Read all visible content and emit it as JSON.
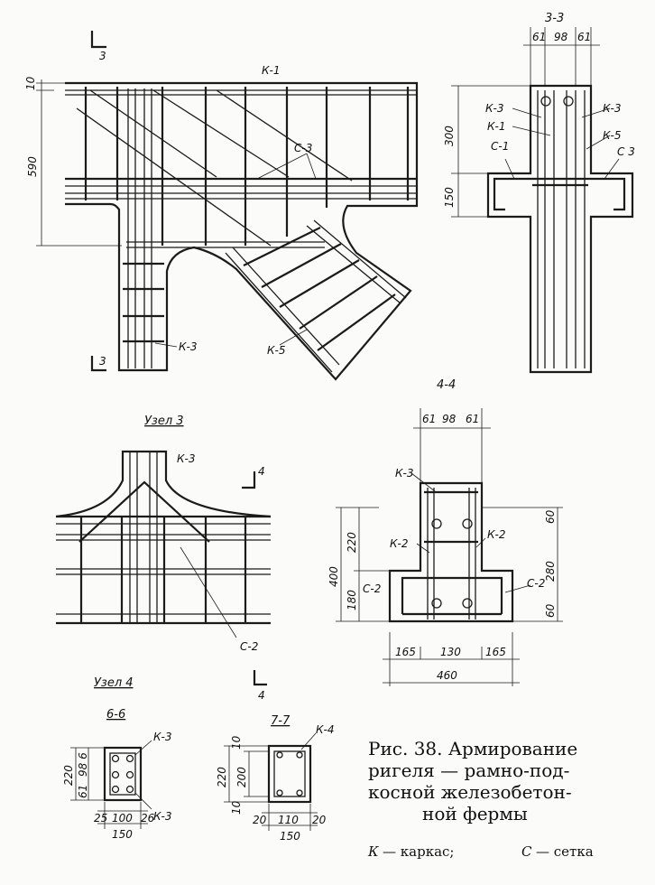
{
  "labels": {
    "k1": "К-1",
    "k3": "К-3",
    "k5": "К-5",
    "c3": "С-3",
    "section3": "3",
    "k2": "К-2",
    "c2": "С-2",
    "section4": "4",
    "k4": "К-4",
    "c1": "С-1",
    "c3b": "С 3"
  },
  "dims": {
    "d10": "10",
    "d590": "590",
    "d61": "61",
    "d98": "98",
    "d300": "300",
    "d150": "150",
    "d400": "400",
    "d220": "220",
    "d180": "180",
    "d280": "280",
    "d60": "60",
    "d165": "165",
    "d130": "130",
    "d460": "460",
    "d200": "200",
    "d25": "25",
    "d100": "100",
    "d26": "26",
    "d20": "20",
    "d110": "110",
    "d986": "98 6"
  },
  "titles": {
    "s33": "3-3",
    "node3": "Узел 3",
    "s44": "4-4",
    "node4": "Узел 4",
    "s66": "6-6",
    "s77": "7-7"
  },
  "caption": {
    "line1": "Рис. 38. Армирование",
    "line2": "ригеля — рамно-под-",
    "line3": "косной железобетон-",
    "line4": "ной фермы"
  },
  "legend": {
    "k_abbr": "К",
    "k_text": "— каркас;",
    "c_abbr": "С",
    "c_text": "— сетка"
  }
}
